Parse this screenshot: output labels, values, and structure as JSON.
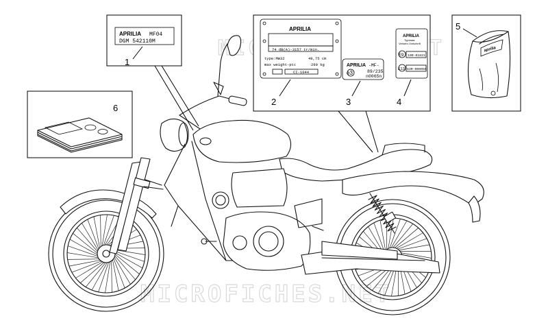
{
  "watermark": "MICROFICHES.NET",
  "callouts": [
    {
      "id": "1",
      "label": "1"
    },
    {
      "id": "2",
      "label": "2"
    },
    {
      "id": "3",
      "label": "3"
    },
    {
      "id": "4",
      "label": "4"
    },
    {
      "id": "5",
      "label": "5"
    },
    {
      "id": "6",
      "label": "6"
    }
  ],
  "plate1": {
    "brand": "APRILIA",
    "model": "MF04",
    "code": "DGM 542110M"
  },
  "plate2": {
    "brand": "APRILIA",
    "noise": "74 dB(A)-3157 tr/min.",
    "type_label": "type:MW32",
    "type_value": "49,75 cm",
    "weight_label": "max weight-ptc",
    "weight_value": "290 kg",
    "homologation": "CI-1044"
  },
  "plate3": {
    "brand": "APRILIA",
    "suffix": "-MF-",
    "mark": "e3",
    "line1": "89/235",
    "line2": "n0065n"
  },
  "plate4": {
    "brand": "APRILIA",
    "line1": "Typeaaa",
    "line2": "Verkehr-Vorschrift",
    "mark1": "E9",
    "code1": "10R-01821",
    "mark2": "E13",
    "code2": "63R-000055"
  },
  "bag": {
    "brand": "aprilia"
  }
}
